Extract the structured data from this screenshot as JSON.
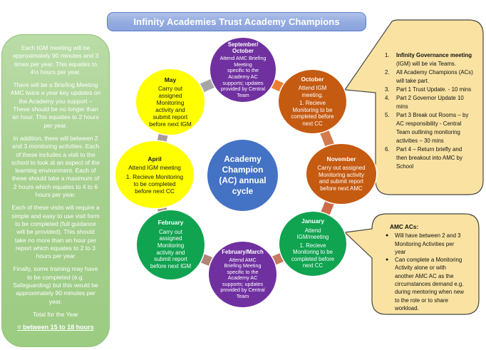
{
  "title": "Infinity Academies Trust Academy Champions",
  "left_panel": {
    "paragraphs": [
      "Each IGM meeting will be\napproximately 90 minutes and 3\ntimes per year. This equates to\n4½ hours per year.",
      "There will be a Briefing Meeting\nAMC twice a year key updates on\nthe Academy you support –\nThese should be no longer than\nan hour.  This equates to 2 hours\nper year.",
      "In addition, there will between 2\nand 3 monitoring activities. Each\nof these includes a visit to the\nschool to look at an aspect of the\nlearning environment. Each of\nthese should take a maximum of\n2 hours which equates to 4 to 6\nhours per year.",
      "Each of these visits will require a\nsimple and easy to use visit form\nto be completed (full guidance\nwill be provided). This should\ntake no more than an hour per\nreport which equates to 2 to 3\nhours per year",
      "Finally, some training may have\nto be completed (e.g.\nSafeguarding) but this would be\napproximately 90 minutes per\nyear.",
      "Total for the Year"
    ],
    "total_value": "= between 15 to 18 hours"
  },
  "cycle": {
    "center_label": "Academy\nChampion\n(AC) annual\ncycle",
    "nodes": [
      {
        "month": "September/\nOctober",
        "body1": "Attend AMC Briefing\nMeeting\nspecific to the\nAcademy AC\nsupports; updates\nprovided by Central\nTeam",
        "body2": "",
        "color": "#7030A0"
      },
      {
        "month": "October",
        "body1": "Attend IGM\nmeeting.",
        "body2": "1. Recieve\nMonitoring  to be\ncompleted before\nnext CC",
        "color": "#C55A11"
      },
      {
        "month": "November",
        "body1": "Carry out assigned\nMonitoring activity\nand submit report\nbefore next AMC",
        "body2": "",
        "color": "#C55A11"
      },
      {
        "month": "January",
        "body1": "Attend\nIGM/meeting",
        "body2": "1. Recieve\nMonitoring  to be\ncompleted before\nnext CC",
        "color": "#10A350"
      },
      {
        "month": "February/March",
        "body1": "Attend AMC\nBriefing Meeting\nspecific to the\nAcademy AC\nsupports; updates\nprovided by Central\nTeam",
        "body2": "",
        "color": "#7030A0"
      },
      {
        "month": "February",
        "body1": "Carry out\nassigned\nMonitoring\nactivity and\nsubmit report\nbefore next IGM",
        "body2": "",
        "color": "#10A350"
      },
      {
        "month": "April",
        "body1": "Attend IGM meeting",
        "body2": "1. Recieve Monitoring\nto be completed\nbefore next CC",
        "color": "#FFFF00"
      },
      {
        "month": "May",
        "body1": "Carry out\nassigned\nMonitoring\nactivity and\nsubmit report\nbefore next IGM",
        "body2": "",
        "color": "#FFFF00"
      }
    ]
  },
  "callouts": [
    {
      "items": [
        {
          "num": "1.",
          "bold": "Infinity Governance meeting",
          "text": "\n(IGM) will be via Teams."
        },
        {
          "num": "2.",
          "bold": "",
          "text": "All Academy Champions (ACs)\nwill take part."
        },
        {
          "num": "3.",
          "bold": "",
          "text": "Part 1 Trust Update. - 10 mins"
        },
        {
          "num": "4.",
          "bold": "",
          "text": "Part 2 Governor Update 10\nmins"
        },
        {
          "num": "5.",
          "bold": "",
          "text": "Part 3 Break out Rooms – by\nAC responsibility - Central\nTeam outlining monitoring\nactivities – 30 mins"
        },
        {
          "num": "6.",
          "bold": "",
          "text": "Part 4 – Return briefly and\nthen breakout into AMC by\nSchool"
        }
      ]
    },
    {
      "title": "AMC ACs:",
      "bullet_char": "●",
      "bullets": [
        "Will have between 2 and 3\nMonitoring Activities per\nyear",
        "Can complete a Monitoring\nActivity alone or with\nanother AMC AC as the\ncircumstances demand e.g.\nduring mentoring when new\nto the role or to share\nworkload."
      ]
    }
  ],
  "colors": {
    "title_fill": "#93ABDF",
    "title_border": "#5B7EC9",
    "panel_fill": "#A8D190",
    "panel_border": "#94C47A",
    "purple": "#7030A0",
    "rust": "#C55A11",
    "green": "#10A350",
    "yellow": "#FFFF00",
    "center_blue": "#4472C4",
    "callout_fill": "#FAE3A2",
    "callout_border": "#454545",
    "connector_gray": "#A6A6A6",
    "connector_orange": "#ED7D31",
    "connector_salmon1": "#D37B4C",
    "connector_salmon2": "#CB6B47",
    "connector_terracotta": "#C67A62",
    "connector_rosy": "#B28579",
    "connector_taupe1": "#A18D89",
    "connector_taupe2": "#AD9A9A"
  }
}
